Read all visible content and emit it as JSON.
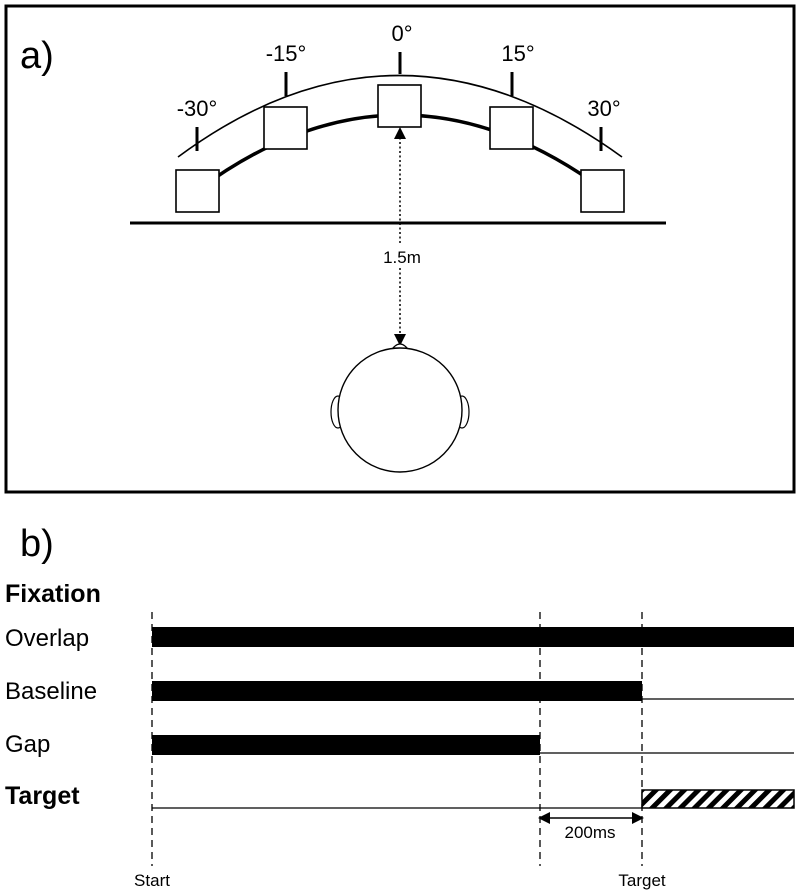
{
  "panel_a": {
    "label": "a)",
    "angles": [
      "-30°",
      "-15°",
      "0°",
      "15°",
      "30°"
    ],
    "distance": "1.5m"
  },
  "panel_b": {
    "label": "b)",
    "fixation_heading": "Fixation",
    "rows": [
      "Overlap",
      "Baseline",
      "Gap"
    ],
    "target_heading": "Target",
    "interval": "200ms",
    "start_label": "Start",
    "target_label": "Target"
  }
}
